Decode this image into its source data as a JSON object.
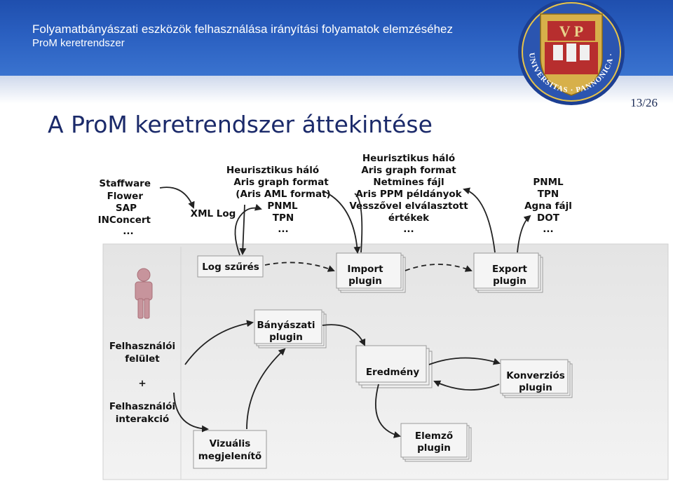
{
  "header": {
    "title": "Folyamatbányászati eszközök felhasználása irányítási folyamatok elemzéséhez",
    "subtitle": "ProM keretrendszer",
    "page": "13/26"
  },
  "slide": {
    "title": "A ProM keretrendszer áttekintése"
  },
  "seal": {
    "letters": "V P",
    "motto": "UNIVERSITAS · PANNONICA ·"
  },
  "sources": {
    "systems": [
      "Staffware",
      "Flower",
      "SAP",
      "INConcert",
      "..."
    ],
    "xml_log": "XML Log",
    "import_formats": [
      "Heurisztikus háló",
      "Aris graph format",
      "(Aris AML format)",
      "PNML",
      "TPN",
      "..."
    ],
    "import_formats2": [
      "Heurisztikus háló",
      "Aris graph format",
      "Netmines fájl",
      "Aris PPM példányok",
      "Vesszővel elválasztott",
      "értékek",
      "..."
    ],
    "export_formats": [
      "PNML",
      "TPN",
      "Agna fájl",
      "DOT",
      "..."
    ]
  },
  "boxes": {
    "log_filter": "Log szűrés",
    "import_plugin": [
      "Import",
      "plugin"
    ],
    "export_plugin": [
      "Export",
      "plugin"
    ],
    "mining_plugin": [
      "Bányászati",
      "plugin"
    ],
    "result": "Eredmény",
    "conversion_plugin": [
      "Konverziós",
      "plugin"
    ],
    "analysis_plugin": [
      "Elemző",
      "plugin"
    ],
    "visualizer": [
      "Vizuális",
      "megjelenítő"
    ]
  },
  "user": {
    "ui": [
      "Felhasználói",
      "felület"
    ],
    "plus": "+",
    "interaction": [
      "Felhasználói",
      "interakció"
    ]
  }
}
